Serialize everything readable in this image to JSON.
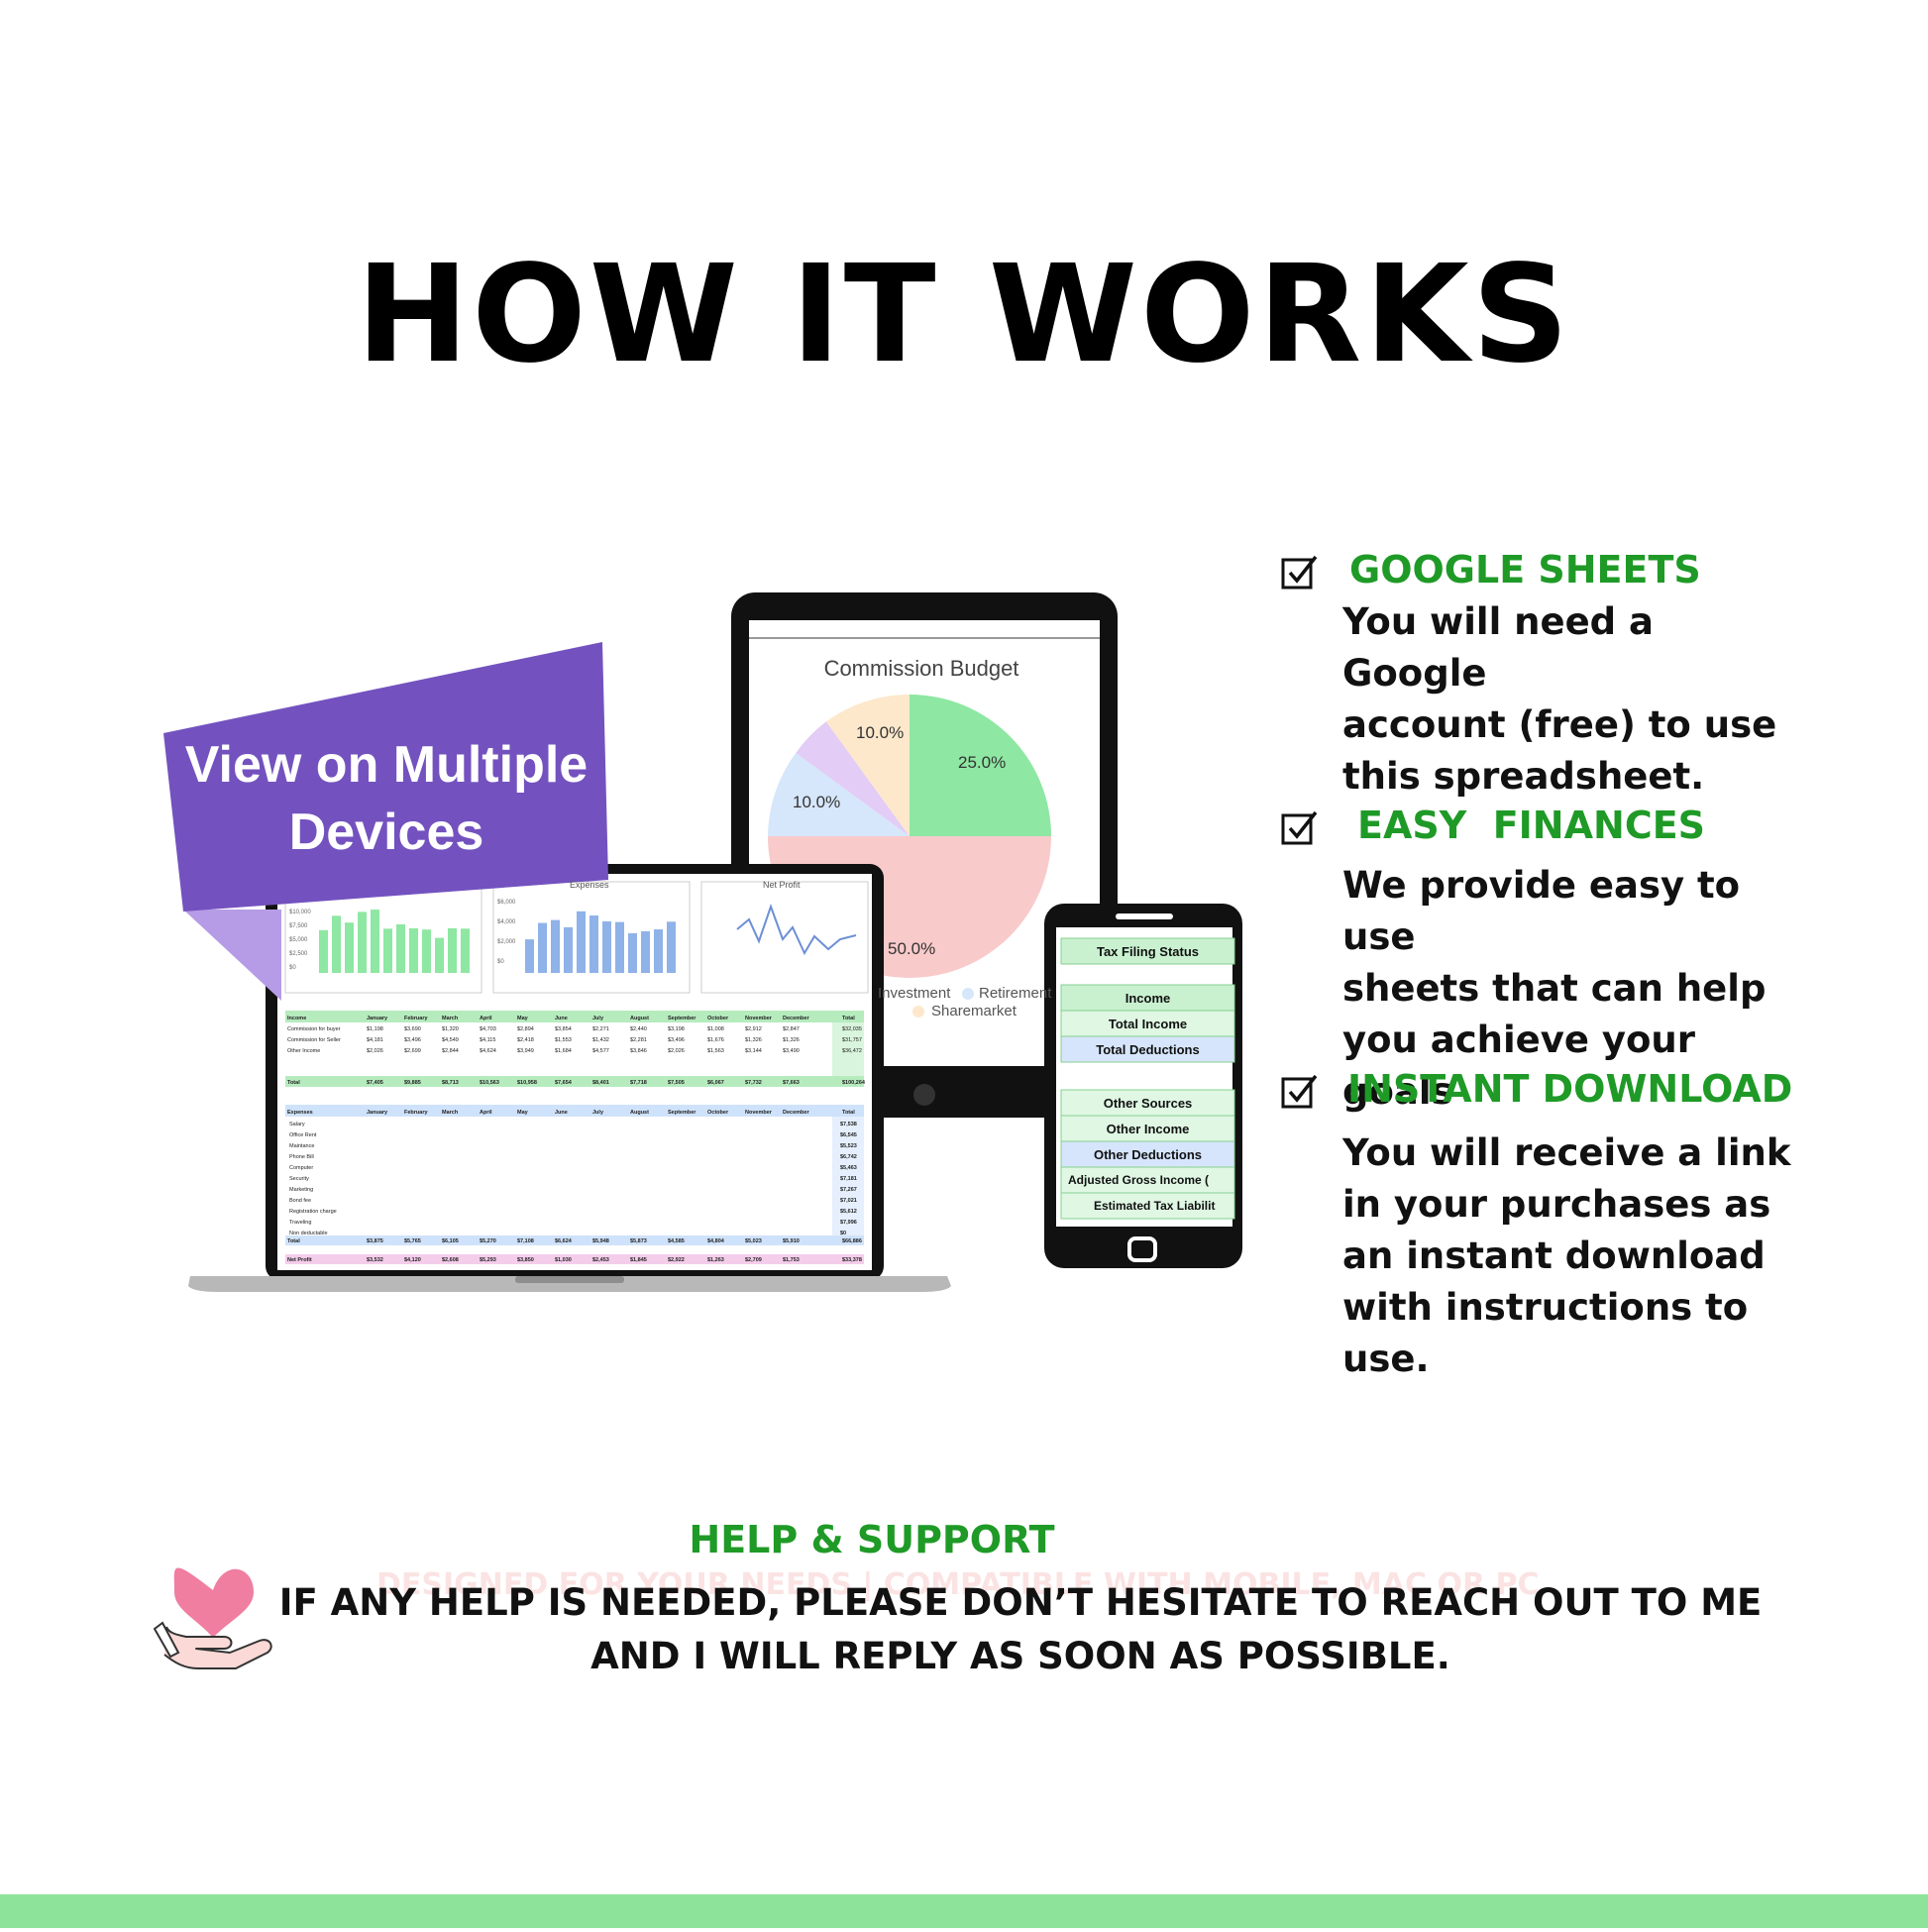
{
  "title": "HOW IT WORKS",
  "banner": {
    "line1": "View on Multiple",
    "line2": "Devices"
  },
  "features": [
    {
      "heading": "GOOGLE SHEETS",
      "lines": [
        "You will need a Google",
        "account (free) to use",
        "this spreadsheet."
      ]
    },
    {
      "heading": "EASY  FINANCES",
      "lines": [
        "We provide easy to use",
        "sheets that can help",
        "you achieve your goals"
      ]
    },
    {
      "heading": "INSTANT DOWNLOAD",
      "lines": [
        "You will receive a link",
        "in your purchases as",
        "an instant download",
        "with instructions to",
        "use."
      ]
    }
  ],
  "tablet": {
    "chart_title": "Commission Budget",
    "pie_labels": [
      "25.0%",
      "50.0%",
      "10.0%",
      "10.0%"
    ],
    "legend": [
      "Investment",
      "Retirement",
      "Sharemarket"
    ]
  },
  "laptop": {
    "chart_titles": [
      "Expenses",
      "Net Profit"
    ],
    "income_header": [
      "Income",
      "January",
      "February",
      "March",
      "April",
      "May",
      "June",
      "July",
      "August",
      "September",
      "October",
      "November",
      "December",
      "Total"
    ],
    "income_rows": [
      [
        "Commission for buyer",
        "$1,198",
        "$3,690",
        "$1,320",
        "$4,703",
        "$2,894",
        "$3,854",
        "$2,271",
        "$2,440",
        "$3,198",
        "$1,008",
        "$2,912",
        "$2,847",
        "$32,035"
      ],
      [
        "Commission for Seller",
        "$4,181",
        "$3,496",
        "$4,549",
        "$4,115",
        "$2,418",
        "$1,553",
        "$1,432",
        "$2,281",
        "$3,496",
        "$1,676",
        "$1,326",
        "$1,326",
        "$31,757"
      ],
      [
        "Other Income",
        "$2,026",
        "$2,699",
        "$2,844",
        "$4,624",
        "$3,949",
        "$1,684",
        "$4,577",
        "$3,846",
        "$2,026",
        "$1,563",
        "$3,144",
        "$3,490",
        "$36,472"
      ]
    ],
    "income_total": [
      "Total",
      "$7,405",
      "$9,885",
      "$8,713",
      "$10,563",
      "$10,958",
      "$7,654",
      "$8,401",
      "$7,718",
      "$7,505",
      "$6,067",
      "$7,732",
      "$7,663",
      "$100,264"
    ],
    "expense_header": [
      "Expenses",
      "January",
      "February",
      "March",
      "April",
      "May",
      "June",
      "July",
      "August",
      "September",
      "October",
      "November",
      "December",
      "Total"
    ],
    "expense_labels": [
      "Salary",
      "Office Rent",
      "Maintance",
      "Phone Bill",
      "Computer",
      "Security",
      "Marketing",
      "Bond fee",
      "Registration charge",
      "Traveling",
      "Non deductable"
    ],
    "expense_totals": [
      "$7,538",
      "$6,545",
      "$5,523",
      "$6,742",
      "$5,463",
      "$7,181",
      "$7,267",
      "$7,021",
      "$5,612",
      "$7,996",
      "$0"
    ],
    "expense_total_row": [
      "Total",
      "$3,875",
      "$5,765",
      "$6,105",
      "$5,270",
      "$7,108",
      "$6,624",
      "$5,948",
      "$5,873",
      "$4,585",
      "$4,804",
      "$5,023",
      "$5,910",
      "$66,886"
    ],
    "net_profit_row": [
      "Net Profit",
      "$3,532",
      "$4,120",
      "$2,608",
      "$5,293",
      "$3,850",
      "$1,030",
      "$2,453",
      "$1,845",
      "$2,922",
      "$1,263",
      "$2,709",
      "$1,753",
      "$33,378"
    ],
    "y_ticks_1": [
      "$10,000",
      "$7,500",
      "$5,000",
      "$2,500",
      "$0"
    ],
    "y_ticks_2": [
      "$6,000",
      "$4,000",
      "$2,000",
      "$0"
    ]
  },
  "phone": {
    "rows": [
      "Tax Filing Status",
      "Income",
      "Total Income",
      "Total Deductions",
      "Other Sources",
      "Other Income",
      "Other Deductions",
      "Adjusted Gross Income (",
      "Estimated Tax Liabilit"
    ]
  },
  "help": {
    "heading": "HELP & SUPPORT",
    "ghost": "DESIGNED FOR YOUR NEEDS | COMPATIBLE WITH MOBILE, MAC OR PC",
    "line1": "IF ANY HELP IS NEEDED, PLEASE DON’T HESITATE TO REACH OUT TO ME",
    "line2": "AND I WILL REPLY AS SOON AS POSSIBLE."
  },
  "colors": {
    "green": "#1f9a27",
    "purple": "#7352bf",
    "lavender": "#b69ce6",
    "bar": "#8ee39a"
  }
}
